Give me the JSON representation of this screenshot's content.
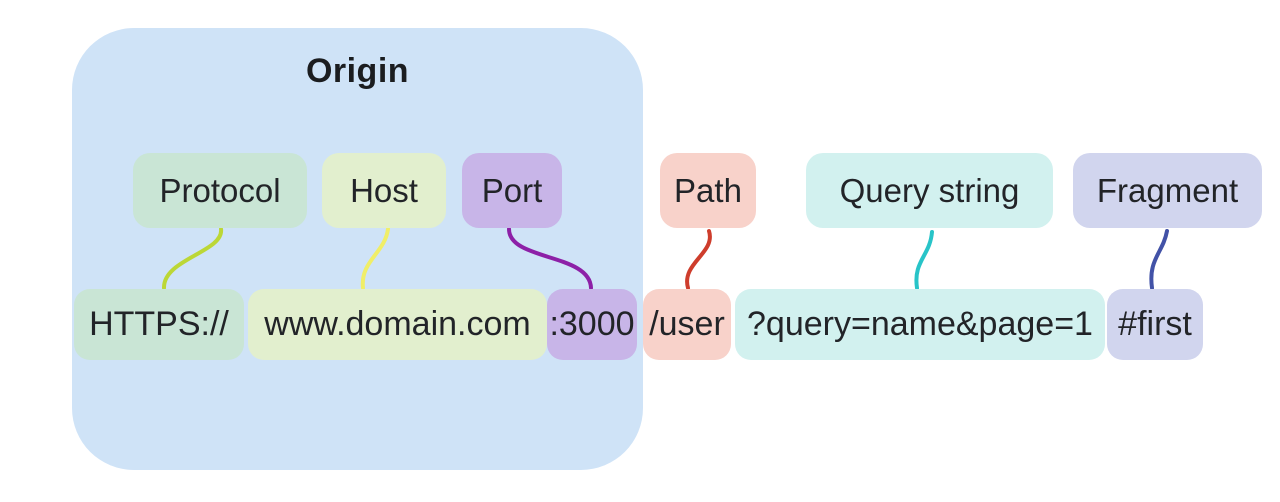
{
  "diagram": {
    "background": "#ffffff",
    "text_color": "#222428",
    "origin": {
      "title": "Origin",
      "bg": "#cfe3f7"
    }
  },
  "segments": [
    {
      "id": "protocol",
      "label": "Protocol",
      "value": "HTTPS://",
      "box_color": "#c9e5d5",
      "connector_color": "#bcd736"
    },
    {
      "id": "host",
      "label": "Host",
      "value": "www.domain.com",
      "box_color": "#e2efce",
      "connector_color": "#f0ee68"
    },
    {
      "id": "port",
      "label": "Port",
      "value": ":3000",
      "box_color": "#c8b5e8",
      "connector_color": "#8d20a7"
    },
    {
      "id": "path",
      "label": "Path",
      "value": "/user",
      "box_color": "#f8d2ca",
      "connector_color": "#ce3d2c"
    },
    {
      "id": "query",
      "label": "Query string",
      "value": "?query=name&page=1",
      "box_color": "#d2f1ef",
      "connector_color": "#28c4c8"
    },
    {
      "id": "fragment",
      "label": "Fragment",
      "value": "#first",
      "box_color": "#d1d5ee",
      "connector_color": "#4252a7"
    }
  ]
}
